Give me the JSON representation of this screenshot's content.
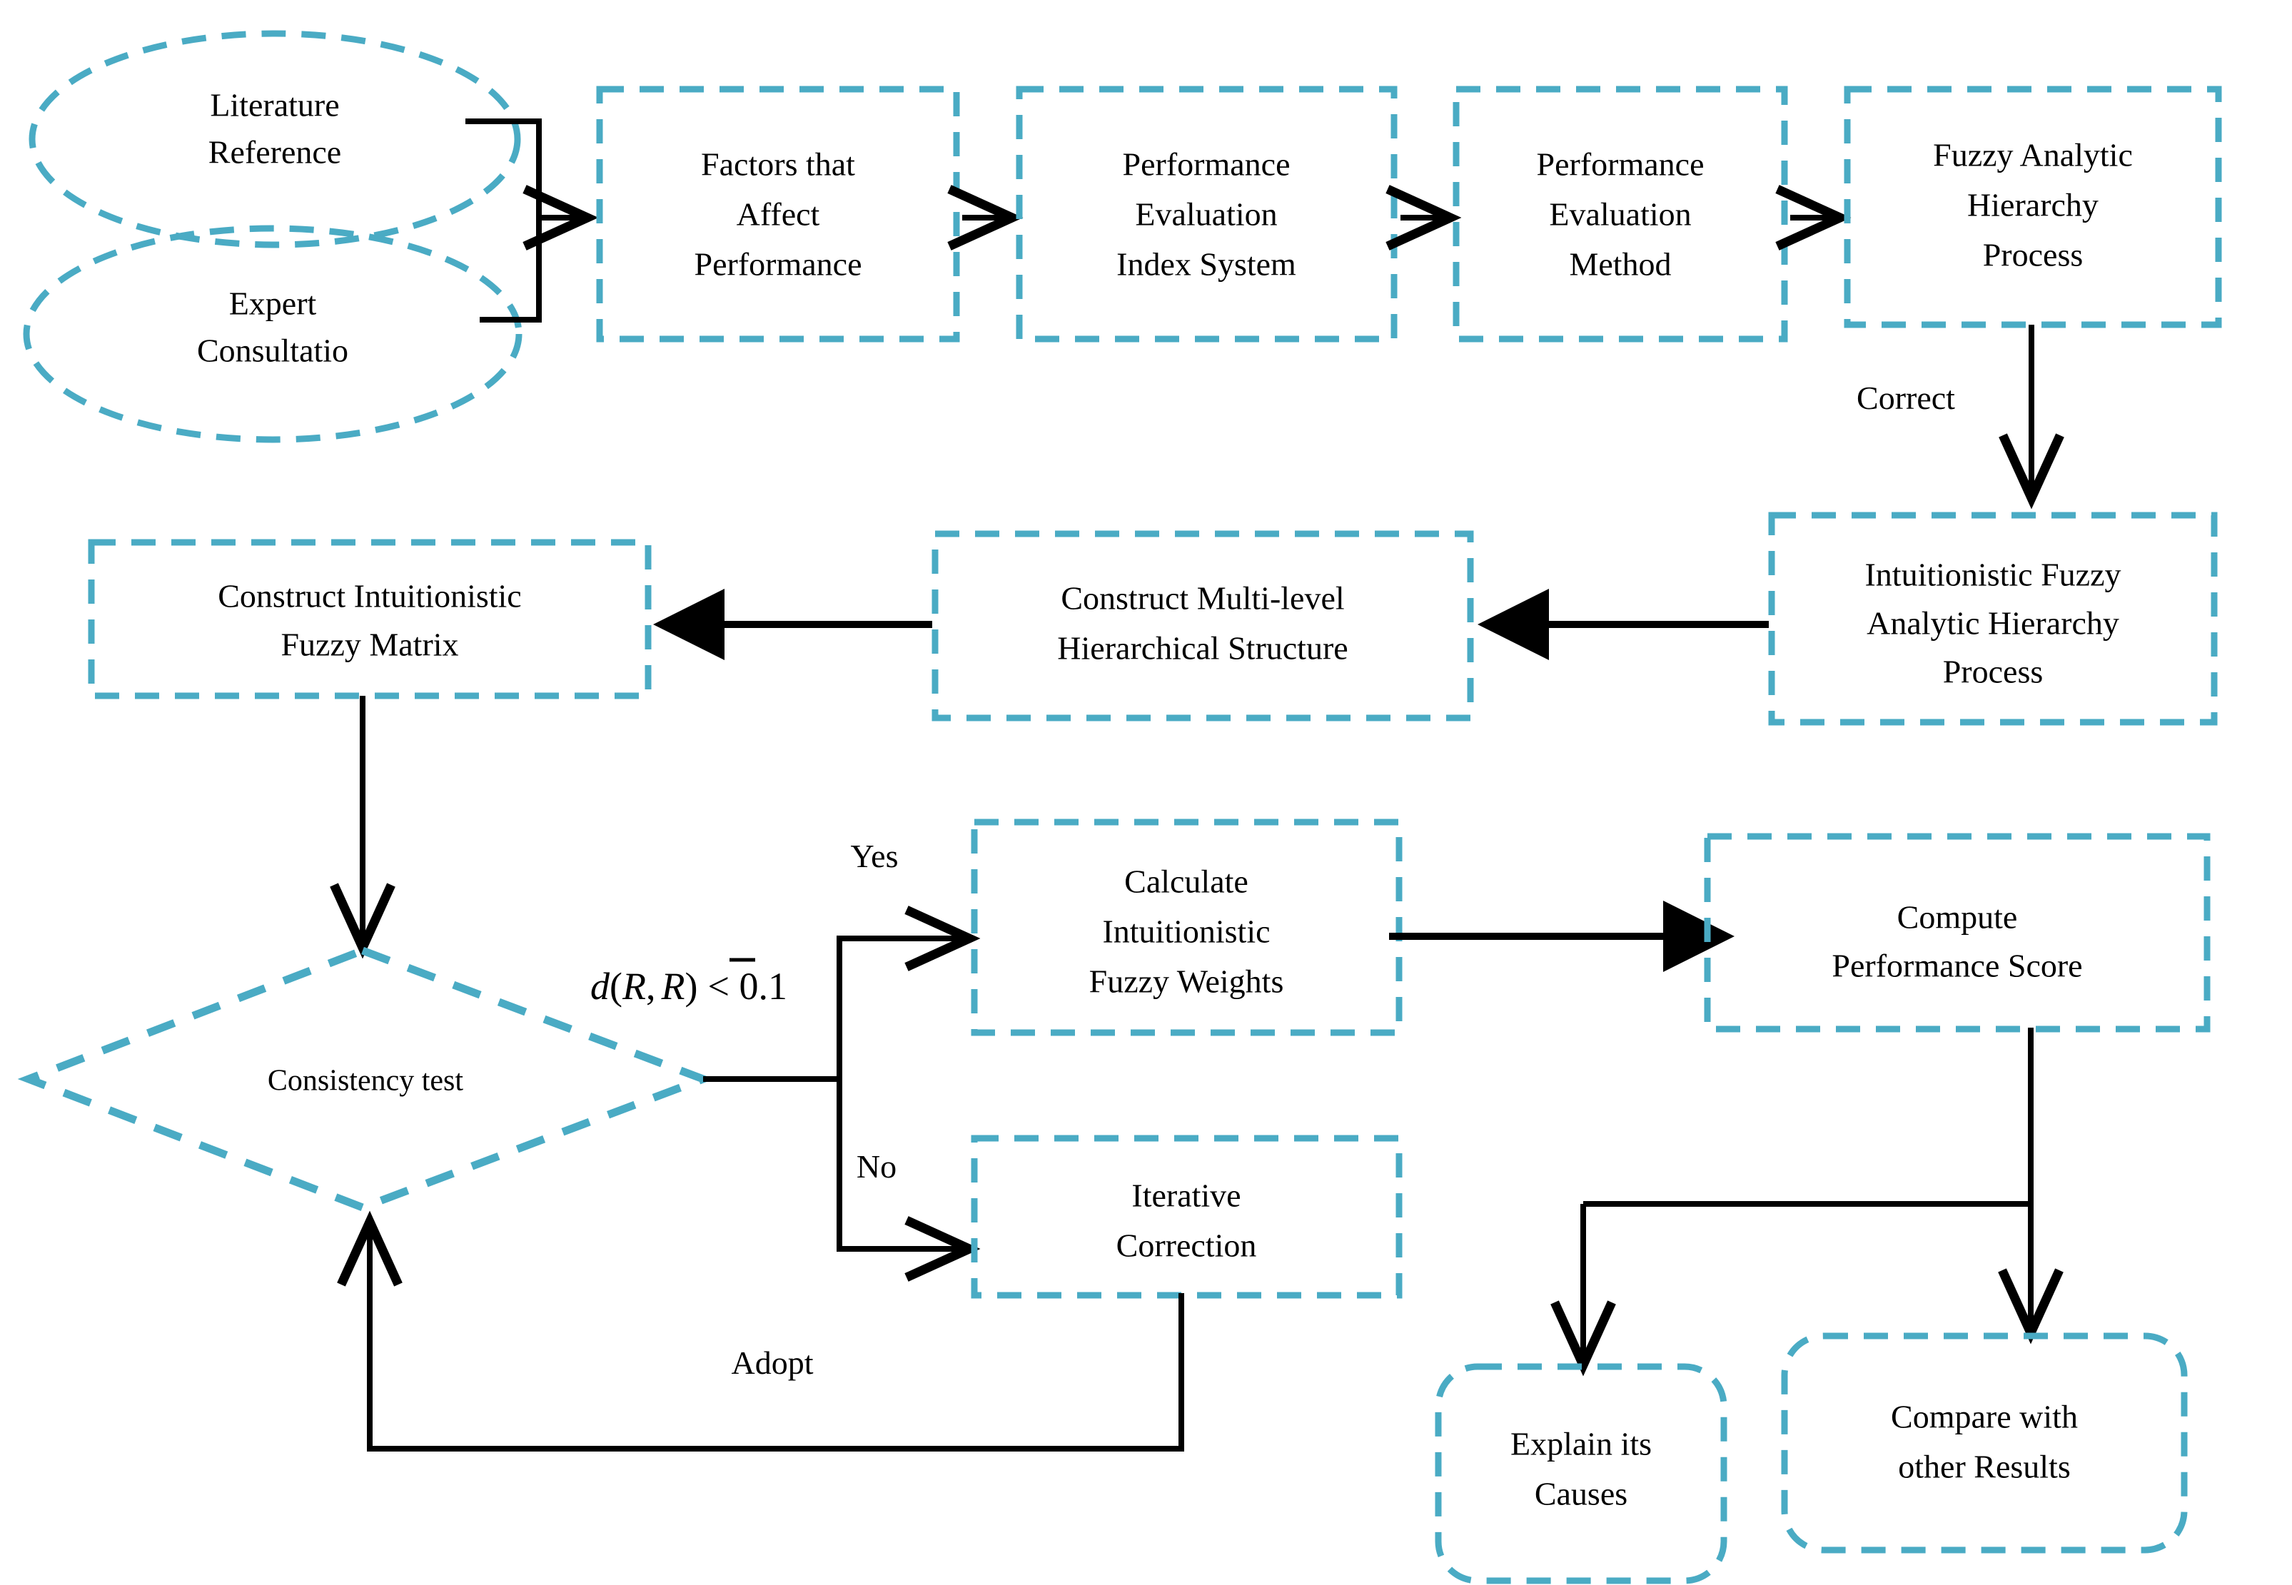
{
  "diagram": {
    "title": "Intuitionistic Fuzzy Analytic Hierarchy Process performance evaluation flowchart",
    "accent_color": "#4AABC4",
    "line_color": "#000000",
    "background_color": "#FFFFFF",
    "nodes": {
      "literature_reference": {
        "label_line1": "Literature",
        "label_line2": "Reference",
        "shape": "ellipse"
      },
      "expert_consultation": {
        "label_line1": "Expert",
        "label_line2": "Consultatio",
        "shape": "ellipse"
      },
      "factors_affect_performance": {
        "label_line1": "Factors that",
        "label_line2": "Affect",
        "label_line3": "Performance",
        "shape": "dashed-rect"
      },
      "performance_evaluation_index_system": {
        "label_line1": "Performance",
        "label_line2": "Evaluation",
        "label_line3": "Index System",
        "shape": "dashed-rect"
      },
      "performance_evaluation_method": {
        "label_line1": "Performance",
        "label_line2": "Evaluation",
        "label_line3": "Method",
        "shape": "dashed-rect"
      },
      "fuzzy_analytic_hierarchy_process": {
        "label_line1": "Fuzzy Analytic",
        "label_line2": "Hierarchy",
        "label_line3": "Process",
        "shape": "dashed-rect"
      },
      "intuitionistic_fuzzy_ahp": {
        "label_line1": "Intuitionistic Fuzzy",
        "label_line2": "Analytic Hierarchy",
        "label_line3": "Process",
        "shape": "dashed-rect"
      },
      "construct_multilevel_structure": {
        "label_line1": "Construct Multi-level",
        "label_line2": "Hierarchical Structure",
        "shape": "dashed-rect"
      },
      "construct_intuitionistic_fuzzy_matrix": {
        "label_line1": "Construct Intuitionistic",
        "label_line2": "Fuzzy Matrix",
        "shape": "dashed-rect"
      },
      "consistency_test": {
        "label_line1": "Consistency test",
        "shape": "dashed-diamond"
      },
      "calculate_intuitionistic_fuzzy_weights": {
        "label_line1": "Calculate",
        "label_line2": "Intuitionistic",
        "label_line3": "Fuzzy Weights",
        "shape": "dashed-rect"
      },
      "iterative_correction": {
        "label_line1": "Iterative",
        "label_line2": "Correction",
        "shape": "dashed-rect"
      },
      "compute_performance_score": {
        "label_line1": "Compute",
        "label_line2": "Performance Score",
        "shape": "dashed-rect"
      },
      "explain_its_causes": {
        "label_line1": "Explain its",
        "label_line2": "Causes",
        "shape": "dashed-rounded-rect"
      },
      "compare_with_other_results": {
        "label_line1": "Compare with",
        "label_line2": "other Results",
        "shape": "dashed-rounded-rect"
      }
    },
    "edge_labels": {
      "correct": "Correct",
      "yes": "Yes",
      "no": "No",
      "adopt": "Adopt",
      "consistency_condition_prefix": "d",
      "consistency_condition_open": "(",
      "consistency_condition_r_bar": "R",
      "consistency_condition_comma": ",",
      "consistency_condition_r": "R",
      "consistency_condition_close": ")",
      "consistency_condition_operator": "< 0.1"
    }
  }
}
